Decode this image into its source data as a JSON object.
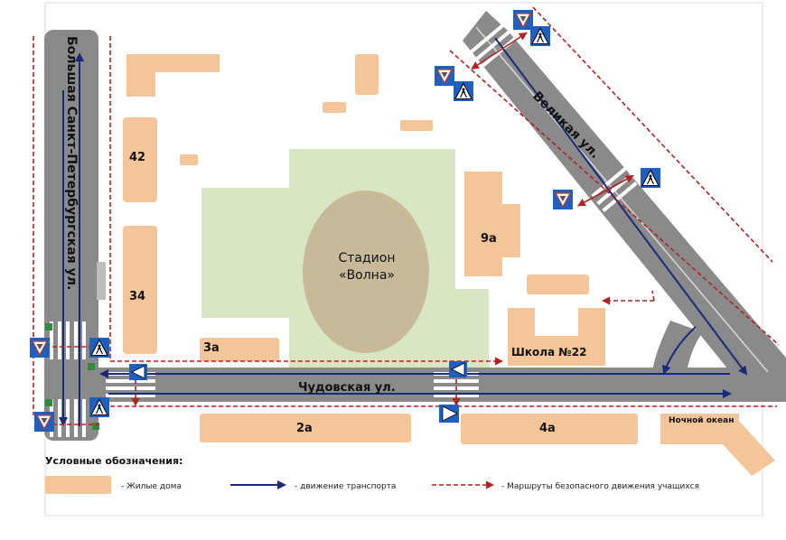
{
  "streets": {
    "bolshaya": "Большая Санкт-Петербургская ул.",
    "velikaya": "Великая ул.",
    "chudovskaya": "Чудовская ул."
  },
  "stadium": {
    "line1": "Стадион",
    "line2": "«Волна»"
  },
  "buildings": {
    "b42": "42",
    "b34": "34",
    "b3a": "3а",
    "b9a": "9а",
    "b2a": "2а",
    "b4a": "4а",
    "school": "Школа №22",
    "nochnoy": "Ночной океан"
  },
  "legend": {
    "title": "Условные обозначения:",
    "houses": "- Жилые дома",
    "traffic": "- движение транспорта",
    "routes": "-  Маршруты безопасного движения учащихся"
  },
  "colors": {
    "road": "#8a8a8a",
    "building": "#f5c59a",
    "park": "#d9e6c3",
    "stadium": "#c8b999",
    "traffic_arrow": "#1a2a7a",
    "route": "#b22222",
    "sign_blue": "#1f5fbf"
  },
  "icons": {
    "pedestrian_sign": "pedestrian-crossing-sign-icon",
    "yield_sign": "yield-sign-icon",
    "traffic_light": "traffic-light-icon"
  }
}
